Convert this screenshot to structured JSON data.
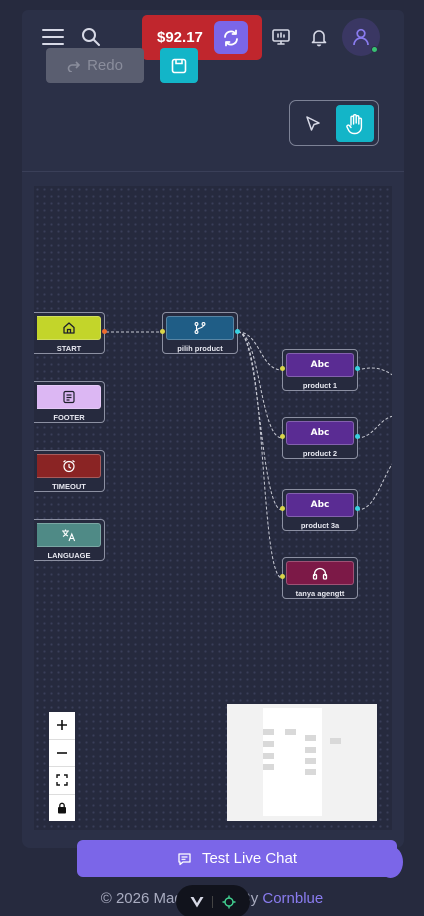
{
  "header": {
    "wallet_amount": "$92.17",
    "icons": [
      "menu-icon",
      "search-icon",
      "refresh-icon",
      "monitor-icon",
      "bell-icon",
      "user-icon"
    ],
    "colors": {
      "wallet_bg": "#c0262d",
      "accent": "#7b66e8",
      "online": "#38c172"
    }
  },
  "toolbar": {
    "redo_label": "Redo",
    "mode_buttons": [
      "pointer-icon",
      "hand-icon"
    ],
    "active_mode": "hand"
  },
  "flow": {
    "nodes": [
      {
        "id": "start",
        "label": "START",
        "icon": "home-icon",
        "color": "#c3d52a"
      },
      {
        "id": "footer",
        "label": "FOOTER",
        "icon": "document-icon",
        "color": "#dcb7f3"
      },
      {
        "id": "timeout",
        "label": "TIMEOUT",
        "icon": "alarm-icon",
        "color": "#8a2424"
      },
      {
        "id": "language",
        "label": "LANGUAGE",
        "icon": "translate-icon",
        "color": "#4f8a86"
      },
      {
        "id": "pilih-product",
        "label": "pilih product",
        "icon": "branch-icon",
        "color": "#1f5d86"
      },
      {
        "id": "product-1",
        "label": "product 1",
        "icon_text": "Abc",
        "color": "#5a2c93"
      },
      {
        "id": "product-2",
        "label": "product 2",
        "icon_text": "Abc",
        "color": "#5a2c93"
      },
      {
        "id": "product-3a",
        "label": "product 3a",
        "icon_text": "Abc",
        "color": "#5a2c93"
      },
      {
        "id": "tanya-agent",
        "label": "tanya agengtt",
        "icon": "headset-icon",
        "color": "#7c1947"
      }
    ]
  },
  "live_chat": {
    "label": "Test Live Chat",
    "icon": "chat-icon"
  },
  "footer": {
    "prefix": "© 2026 Mad",
    "suffix": "By",
    "link": "Cornblue"
  }
}
